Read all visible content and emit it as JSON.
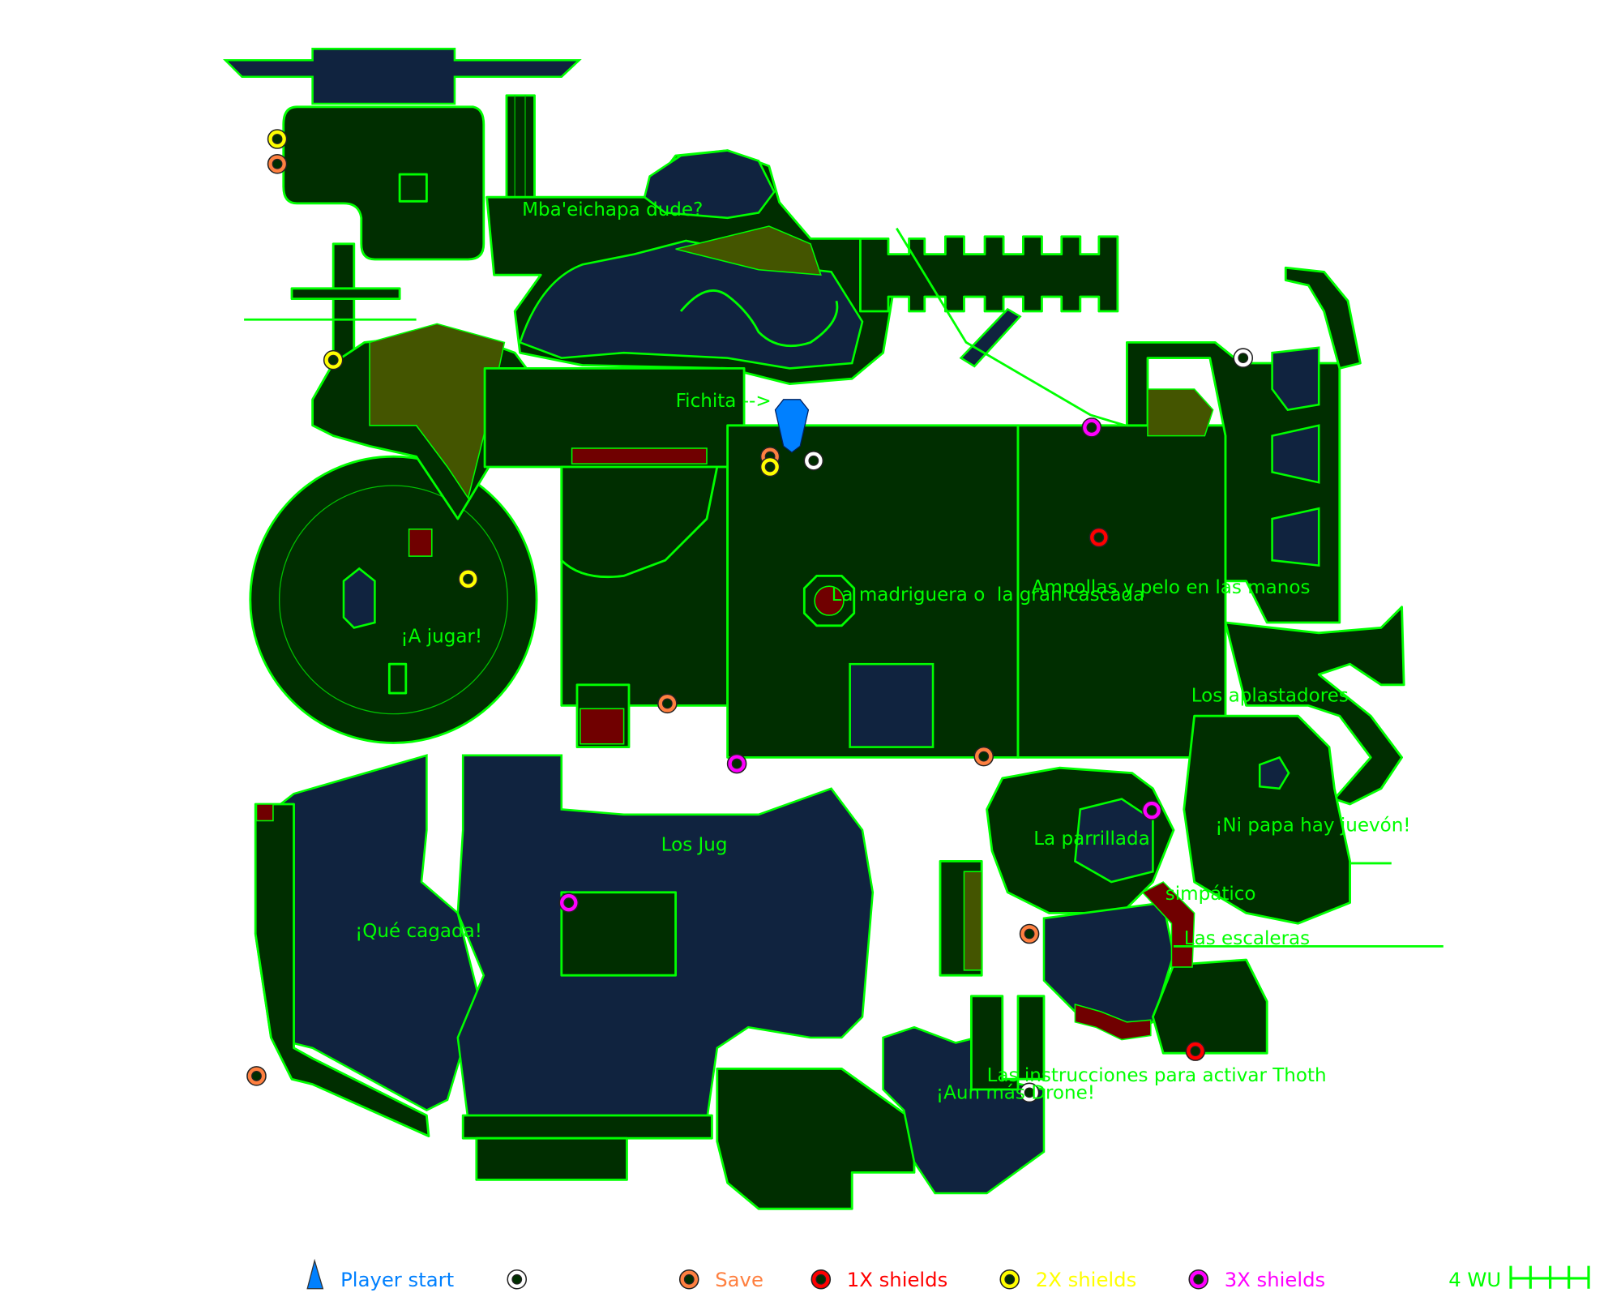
{
  "map": {
    "labels": {
      "mbaeichapa": "Mba'eichapa dude?",
      "fichita": "Fichita -->",
      "madriguera": "La madriguera o  la gran cascada",
      "ampollas": "Ampollas y pelo en las manos",
      "a_jugar": "¡A jugar!",
      "aplastadores": "Los aplastadores",
      "parrillada": "La parrillada",
      "ni_papa": "¡Ni papa hay juevón!",
      "los_jug": "Los Jug",
      "simpatico": "simpático",
      "que_cagada": "¡Qué cagada!",
      "escaleras": "Las escaleras",
      "instrucciones": "Las instrucciones para activar Thoth",
      "aun_mas_drone": "¡Aun más Drone!"
    },
    "colors": {
      "floor": "#002e00",
      "wall": "#00ff00",
      "water": "#10233f",
      "lava": "#700000",
      "sewage": "#445500",
      "player_start": "#0080ff",
      "save": "#ff8040",
      "shield_1x": "#ff0000",
      "shield_2x": "#ffff00",
      "shield_3x": "#ff00ff",
      "other": "#ffffff"
    }
  },
  "legend": {
    "player_start": "Player start",
    "save": "Save",
    "shield_1x": "1X shields",
    "shield_2x": "2X shields",
    "shield_3x": "3X shields",
    "scale": "4 WU"
  }
}
